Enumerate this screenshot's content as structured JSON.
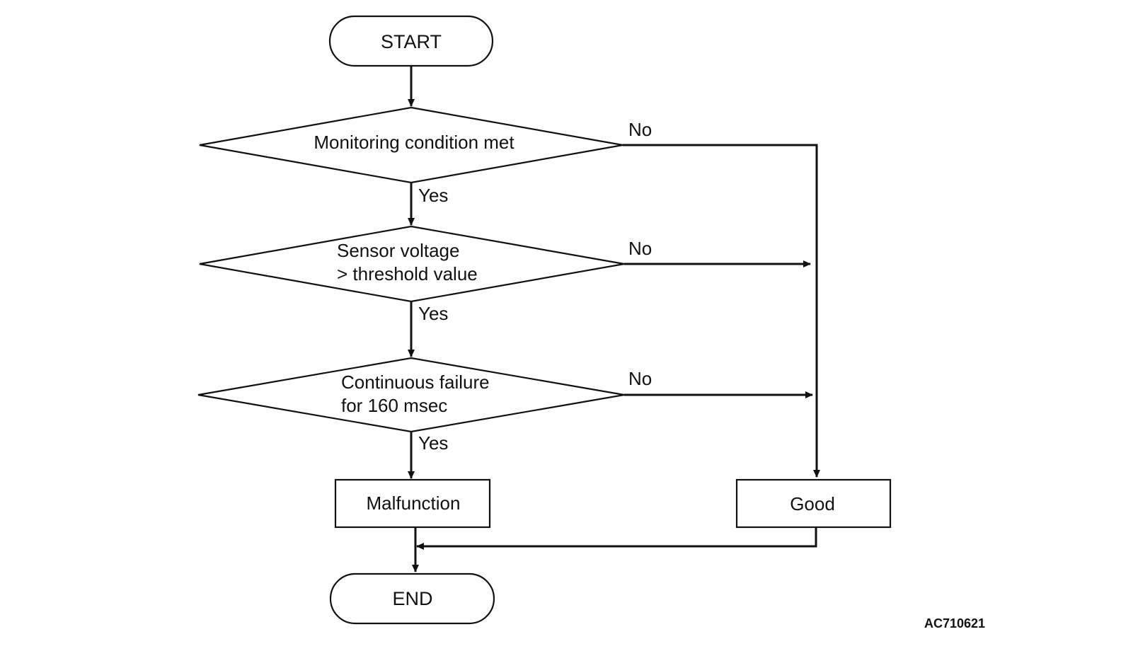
{
  "flowchart": {
    "start": "START",
    "end": "END",
    "decisions": [
      {
        "lines": [
          "Monitoring condition met"
        ],
        "yes": "Yes",
        "no": "No"
      },
      {
        "lines": [
          "Sensor voltage",
          "> threshold value"
        ],
        "yes": "Yes",
        "no": "No"
      },
      {
        "lines": [
          "Continuous failure",
          "for 160 msec"
        ],
        "yes": "Yes",
        "no": "No"
      }
    ],
    "malfunction": "Malfunction",
    "good": "Good"
  },
  "figure_ref": "AC710621"
}
